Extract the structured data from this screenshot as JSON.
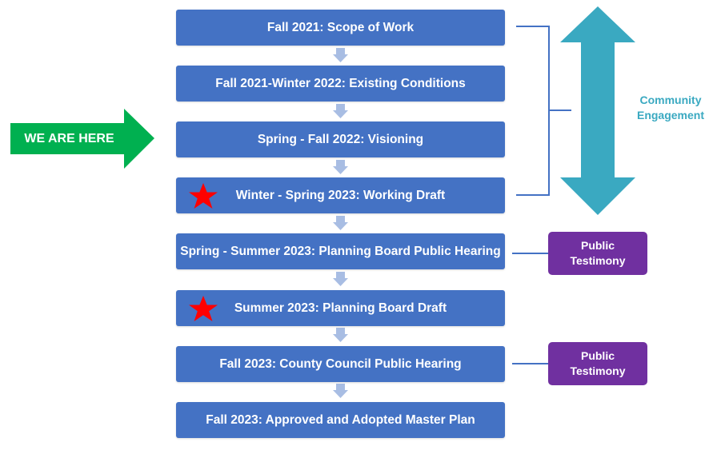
{
  "steps": [
    {
      "label": "Fall 2021: Scope of Work",
      "star": false
    },
    {
      "label": "Fall 2021-Winter 2022: Existing Conditions",
      "star": false
    },
    {
      "label": "Spring - Fall 2022: Visioning",
      "star": false
    },
    {
      "label": "Winter - Spring 2023: Working Draft",
      "star": true
    },
    {
      "label": "Spring - Summer 2023: Planning Board Public Hearing",
      "star": false
    },
    {
      "label": "Summer 2023: Planning Board Draft",
      "star": true
    },
    {
      "label": "Fall 2023: County Council Public Hearing",
      "star": false
    },
    {
      "label": "Fall 2023: Approved and Adopted Master Plan",
      "star": false
    }
  ],
  "we_are_here": "WE ARE HERE",
  "community_engagement": "Community Engagement",
  "public_testimony": [
    "Public Testimony",
    "Public Testimony"
  ],
  "colors": {
    "step": "#4472c4",
    "connector_arrow": "#a8bde3",
    "we_are_here_arrow": "#00b050",
    "community_arrow": "#3aa9c1",
    "public_testimony": "#7030a0",
    "star": "#ff0000",
    "bracket": "#4472c4"
  }
}
